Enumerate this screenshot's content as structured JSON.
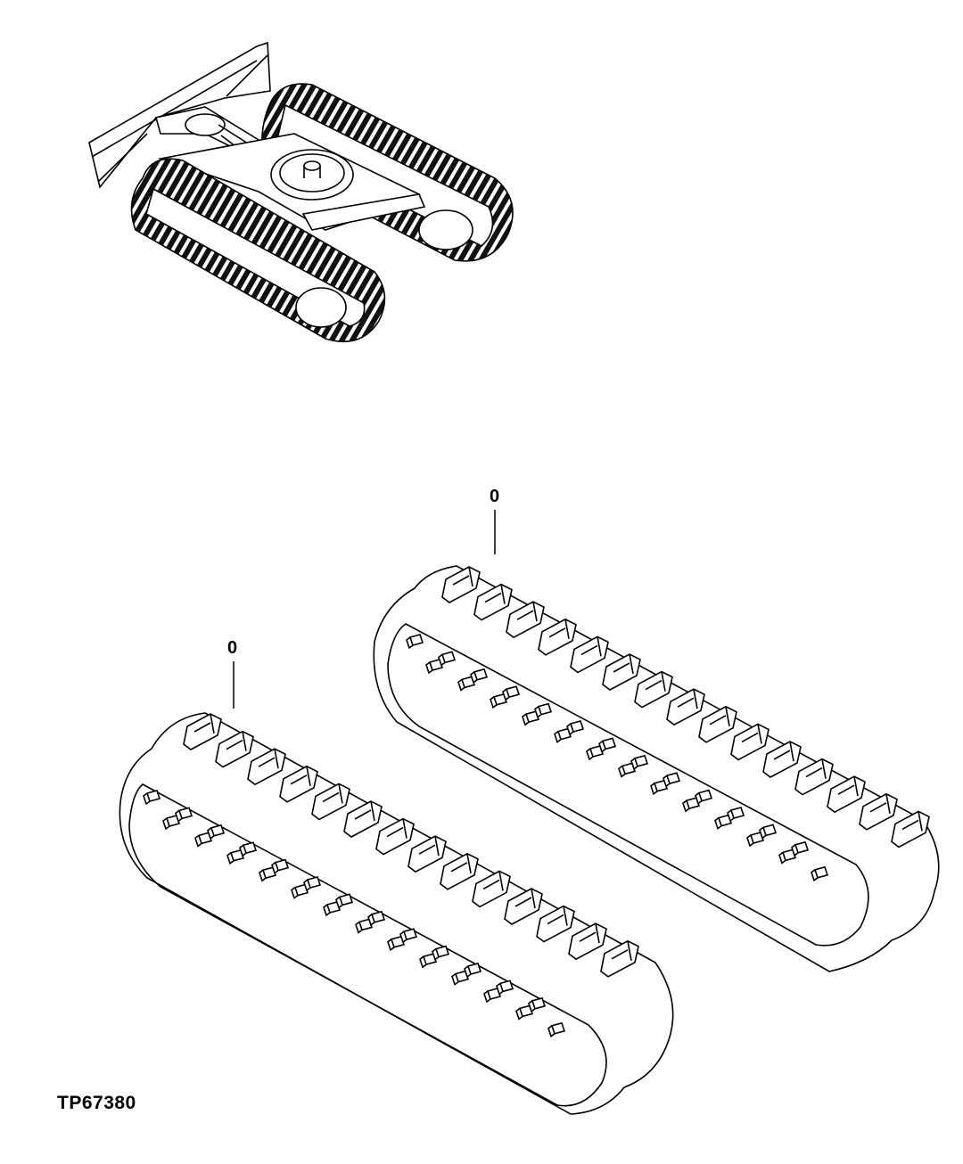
{
  "figure_id": "TP67380",
  "callouts": [
    {
      "label": "0"
    },
    {
      "label": "0"
    }
  ],
  "colors": {
    "line": "#000000",
    "background": "#ffffff",
    "track_fill": "#1a1a1a"
  }
}
